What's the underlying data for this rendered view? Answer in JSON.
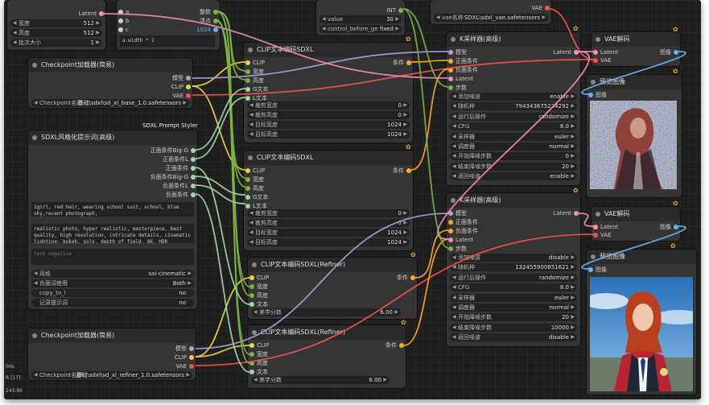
{
  "colors": {
    "clip": "#f0d24a",
    "model": "#b39ddb",
    "vae": "#ef5350",
    "cond": "#ffa726",
    "latent": "#f48fb1",
    "image": "#64b5f6",
    "int": "#7cb342",
    "string": "#9ccc65",
    "text": "#a5d6a7"
  },
  "nodes": {
    "latent_top": {
      "label_width": "宽度",
      "width": "512",
      "label_height": "高度",
      "height": "512",
      "label_batch": "批次大小",
      "batch": "1",
      "out_latent": "Latent"
    },
    "math": {
      "in_a": "a",
      "in_b": "b",
      "in_c": "c",
      "out_int": "整数",
      "out_float": "浮点",
      "out_value": "1024",
      "expr": "a.width * 2"
    },
    "primitive": {
      "out_int": "INT",
      "label_value": "value",
      "value": "30",
      "label_control": "control_before_ge",
      "control": "fixed"
    },
    "vae_loader": {
      "out_vae": "VAE",
      "label_name": "vae名称",
      "name": "SDXL\\sdxl_vae.safetensors"
    },
    "ckpt1": {
      "title": "Checkpoint加载器(简易)",
      "out_model": "模型",
      "out_clip": "CLIP",
      "out_vae": "VAE",
      "label_name": "Checkpoint名称",
      "name": "基础\\sdxl\\sd_xl_base_1.0.safetensors"
    },
    "ckpt2": {
      "title": "Checkpoint加载器(简易)",
      "out_model": "模型",
      "out_clip": "CLIP",
      "out_vae": "VAE",
      "label_name": "Checkpoint名称",
      "name": "基础\\sdxl\\sd_xl_refiner_1.0.safetensors"
    },
    "styler": {
      "title": "SDXL风格化提示词(高级)",
      "tag": "SDXL Prompt Styler",
      "outputs": [
        "正面条件Big-G",
        "正面条件L",
        "正面条件",
        "负面条件Big-G",
        "负面条件L",
        "负面条件"
      ],
      "prompt1": "1girl, red hair, wearing school suit, school, blue sky,recent photograph,",
      "prompt2": "realistic photo, hyper realistic, masterpiece, best quality, high resolution, intricate details, cinematic lighting, bokeh, sols, depth of field, 8k, HDR",
      "prompt3": "text_negative",
      "label_style": "风格",
      "style": "sai-cinematic",
      "label_neg": "负面词使用",
      "neg": "Both",
      "label_copy": "copy_to_l",
      "copy": "no",
      "label_log": "记录提示词",
      "log": "no"
    },
    "clip1": {
      "title": "CLIP文本编码SDXL",
      "in_clip": "CLIP",
      "in_w": "宽度",
      "in_h": "高度",
      "in_g": "G文本",
      "in_l": "L文本",
      "out_cond": "条件",
      "w": [
        {
          "l": "裁剪宽度",
          "v": "0"
        },
        {
          "l": "裁剪高度",
          "v": "0"
        },
        {
          "l": "目标宽度",
          "v": "1024"
        },
        {
          "l": "目标高度",
          "v": "1024"
        }
      ]
    },
    "clip2": {
      "title": "CLIP文本编码SDXL",
      "in_clip": "CLIP",
      "in_w": "宽度",
      "in_h": "高度",
      "in_g": "G文本",
      "in_l": "L文本",
      "out_cond": "条件",
      "w": [
        {
          "l": "裁剪宽度",
          "v": "0"
        },
        {
          "l": "裁剪高度",
          "v": "0"
        },
        {
          "l": "目标宽度",
          "v": "1024"
        },
        {
          "l": "目标高度",
          "v": "1024"
        }
      ]
    },
    "ref1": {
      "title": "CLIP文本编码SDXL(Refiner)",
      "in_clip": "CLIP",
      "in_w": "宽度",
      "in_h": "高度",
      "in_t": "文本",
      "out_cond": "条件",
      "label_score": "美学分数",
      "score": "6.00"
    },
    "ref2": {
      "title": "CLIP文本编码SDXL(Refiner)",
      "in_clip": "CLIP",
      "in_w": "宽度",
      "in_h": "高度",
      "in_t": "文本",
      "out_cond": "条件",
      "label_score": "美学分数",
      "score": "6.00"
    },
    "ks1": {
      "title": "K采样器(高级)",
      "in_model": "模型",
      "in_pos": "正面条件",
      "in_neg": "负面条件",
      "in_latent": "Latent",
      "in_steps": "步数",
      "out_latent": "Latent",
      "w": [
        {
          "l": "添加噪波",
          "v": "enable"
        },
        {
          "l": "随机种",
          "v": "794343675224292"
        },
        {
          "l": "运行后操作",
          "v": "randomize"
        },
        {
          "l": "CFG",
          "v": "8.0"
        },
        {
          "l": "采样器",
          "v": "euler"
        },
        {
          "l": "调度器",
          "v": "normal"
        },
        {
          "l": "开始降噪步数",
          "v": "0"
        },
        {
          "l": "结束降噪步数",
          "v": "20"
        },
        {
          "l": "返回噪波",
          "v": "enable"
        }
      ]
    },
    "ks2": {
      "title": "K采样器(高级)",
      "in_model": "模型",
      "in_pos": "正面条件",
      "in_neg": "负面条件",
      "in_latent": "Latent",
      "in_steps": "步数",
      "out_latent": "Latent",
      "w": [
        {
          "l": "添加噪波",
          "v": "disable"
        },
        {
          "l": "随机种",
          "v": "132455900851621"
        },
        {
          "l": "运行后操作",
          "v": "randomize"
        },
        {
          "l": "CFG",
          "v": "8.0"
        },
        {
          "l": "采样器",
          "v": "euler"
        },
        {
          "l": "调度器",
          "v": "normal"
        },
        {
          "l": "开始降噪步数",
          "v": "20"
        },
        {
          "l": "结束降噪步数",
          "v": "10000"
        },
        {
          "l": "返回噪波",
          "v": "disable"
        }
      ]
    },
    "vaed1": {
      "title": "VAE解码",
      "in_latent": "Latent",
      "in_vae": "VAE",
      "out_image": "图像"
    },
    "vaed2": {
      "title": "VAE解码",
      "in_latent": "Latent",
      "in_vae": "VAE",
      "out_image": "图像"
    },
    "prev1": {
      "title": "预览图像",
      "in_image": "图像"
    },
    "prev2": {
      "title": "预览图像",
      "in_image": "图像"
    }
  },
  "status": {
    "queue": "R [17]",
    "time": "00s",
    "fps": "243.90"
  }
}
